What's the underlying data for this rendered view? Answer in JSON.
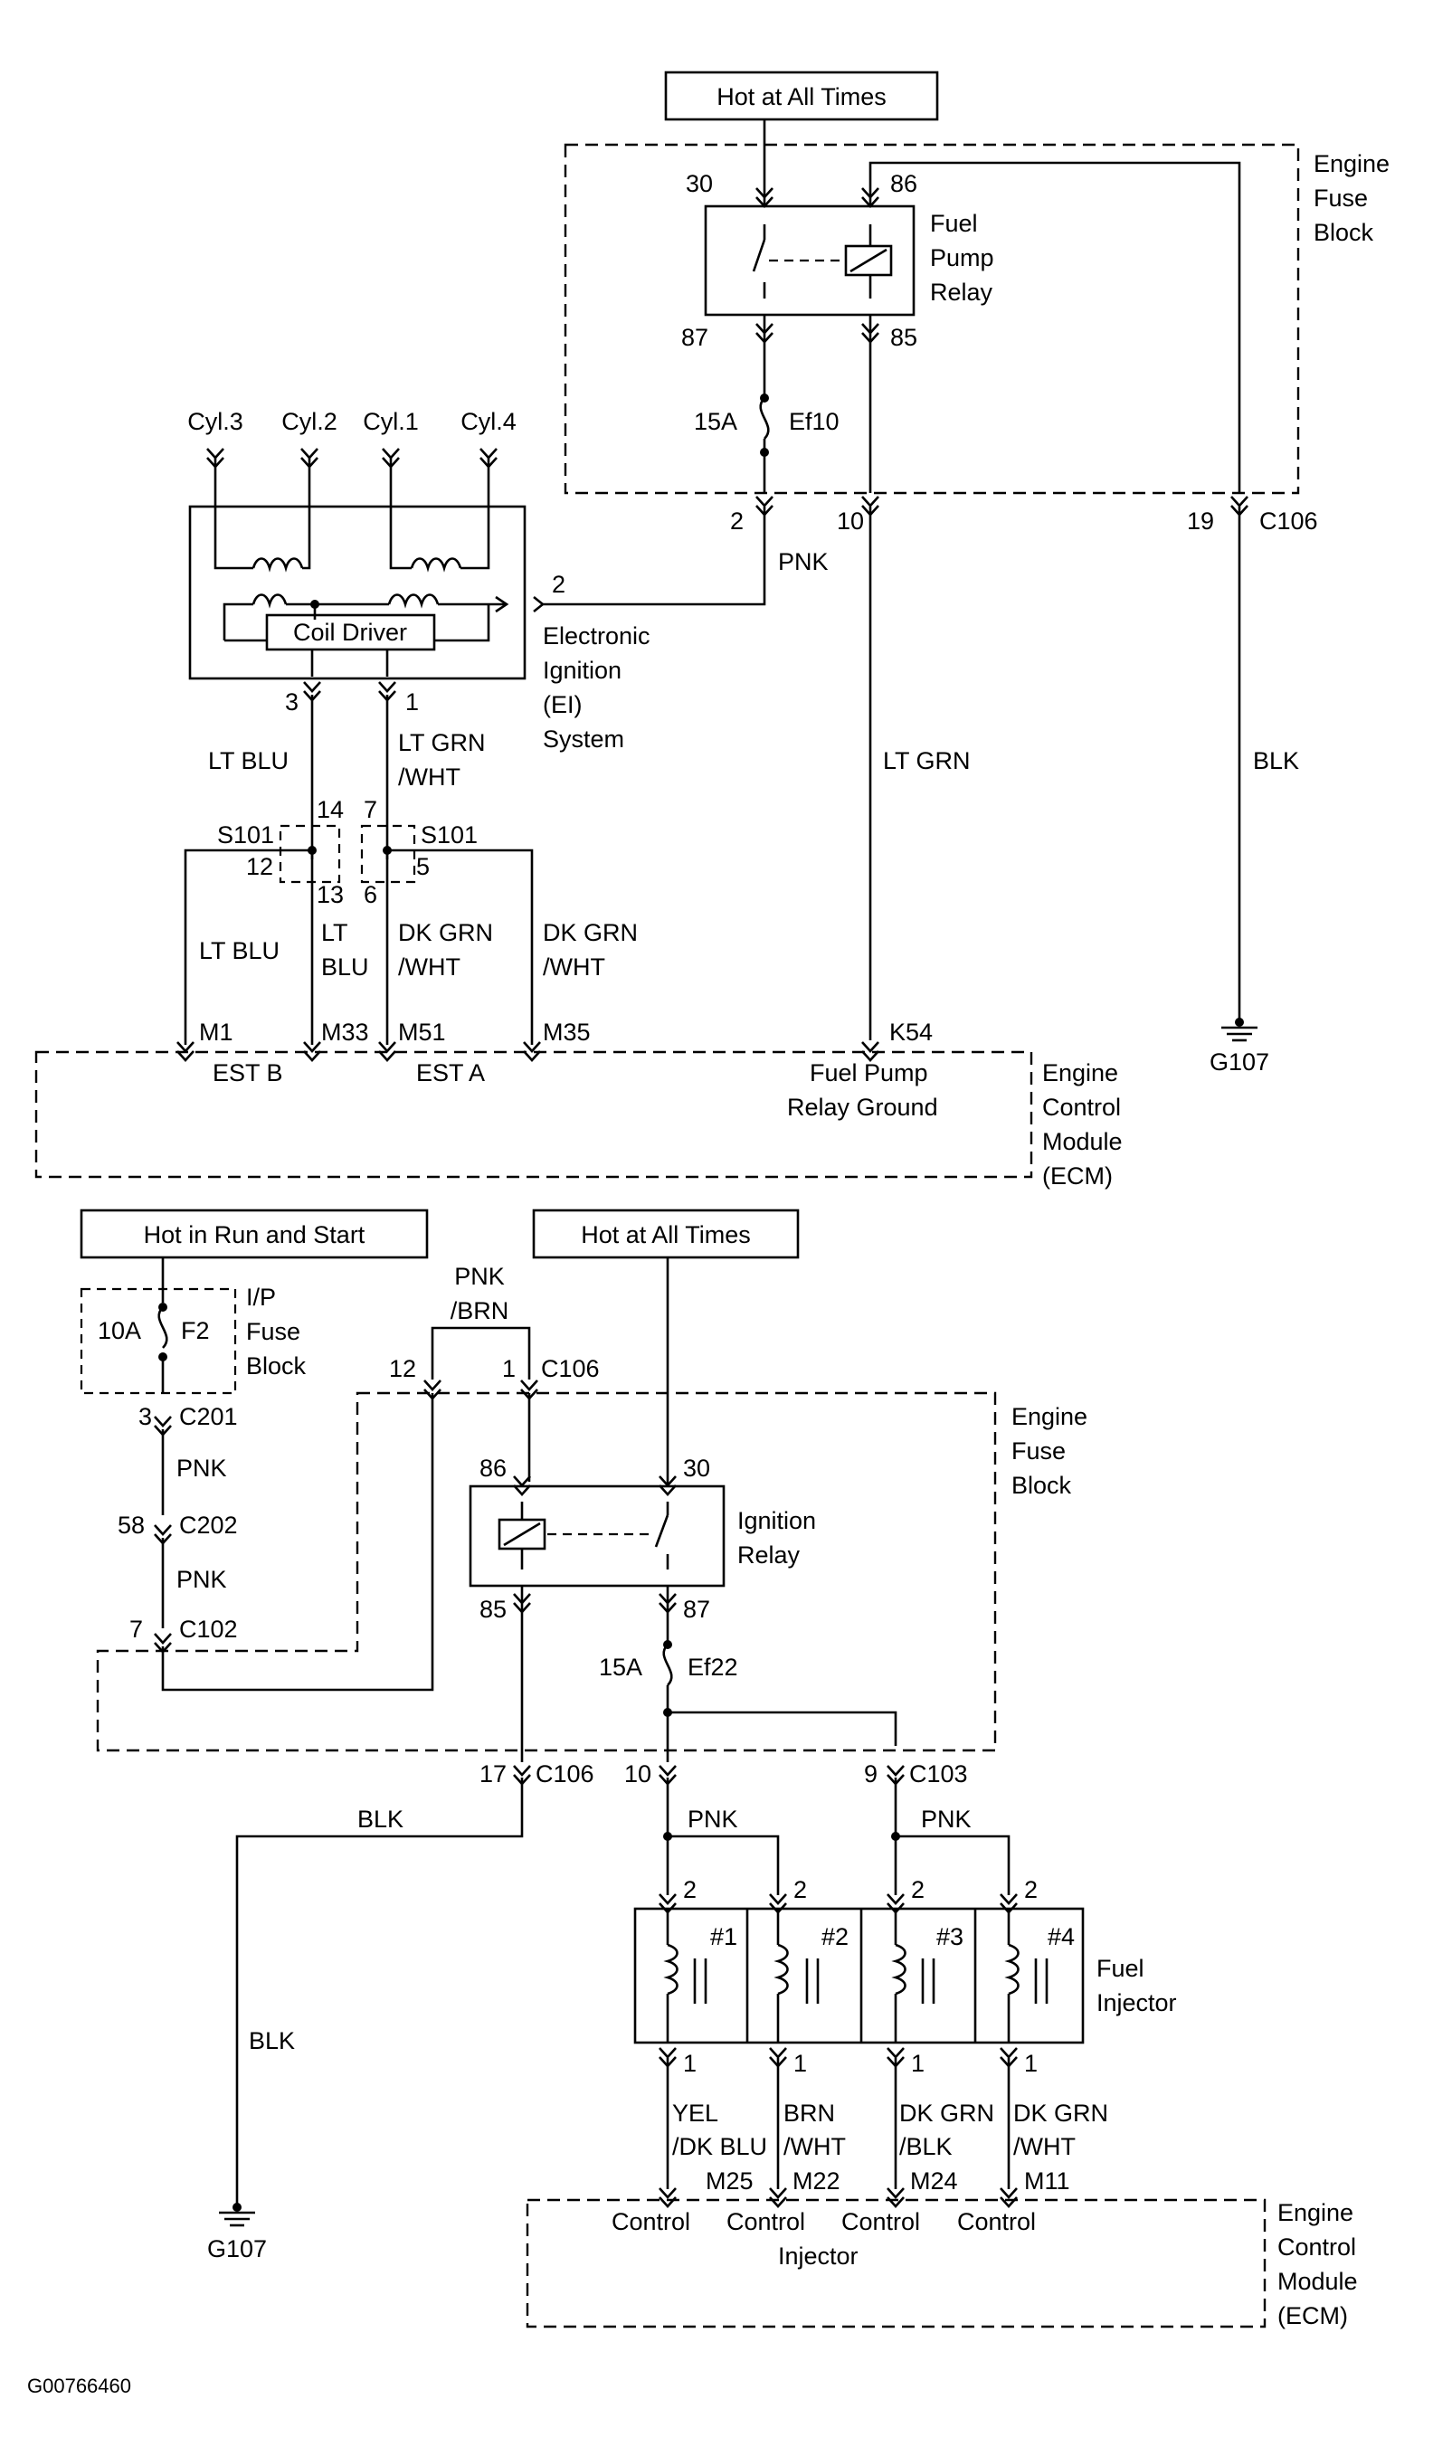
{
  "upper": {
    "power_source": "Hot at All Times",
    "engine_fuse_block": [
      "Engine",
      "Fuse",
      "Block"
    ],
    "fuel_pump_relay": {
      "label": [
        "Fuel",
        "Pump",
        "Relay"
      ],
      "pins": {
        "p30": "30",
        "p86": "86",
        "p87": "87",
        "p85": "85"
      }
    },
    "fuse_ef10": {
      "rating": "15A",
      "name": "Ef10"
    },
    "c106": {
      "pin2": "2",
      "pin10": "10",
      "pin19": "19",
      "name": "C106"
    },
    "wire_pnk": "PNK",
    "wire_lt_grn": "LT GRN",
    "wire_blk": "BLK",
    "ground_g107": "G107",
    "ignition_system": {
      "cylinders": [
        "Cyl.3",
        "Cyl.2",
        "Cyl.1",
        "Cyl.4"
      ],
      "coil_driver": "Coil Driver",
      "label": [
        "Electronic",
        "Ignition",
        "(EI)",
        "System"
      ],
      "pin_input": "2",
      "pin_3": "3",
      "pin_1": "1"
    },
    "wire_lt_blu": "LT BLU",
    "wire_lt_grn_wht": [
      "LT GRN",
      "/WHT"
    ],
    "splice_s101_left": {
      "name": "S101",
      "pin14": "14",
      "pin12": "12",
      "pin13": "13"
    },
    "splice_s101_right": {
      "name": "S101",
      "pin7": "7",
      "pin5": "5",
      "pin6": "6"
    },
    "branch_wires": {
      "m1": "LT BLU",
      "m33": [
        "LT",
        "BLU"
      ],
      "m51": [
        "DK GRN",
        "/WHT"
      ],
      "m35": [
        "DK GRN",
        "/WHT"
      ]
    },
    "ecm": {
      "pins": {
        "m1": "M1",
        "m33": "M33",
        "m51": "M51",
        "m35": "M35",
        "k54": "K54"
      },
      "est_b": "EST B",
      "est_a": "EST A",
      "fuel_pump_relay_ground": [
        "Fuel Pump",
        "Relay Ground"
      ],
      "label": [
        "Engine",
        "Control",
        "Module",
        "(ECM)"
      ]
    }
  },
  "lower": {
    "power_run_start": "Hot in Run and Start",
    "power_always": "Hot at All Times",
    "ip_fuse_block": {
      "label": [
        "I/P",
        "Fuse",
        "Block"
      ],
      "rating": "10A",
      "name": "F2"
    },
    "c201": {
      "pin": "3",
      "name": "C201"
    },
    "c202": {
      "pin": "58",
      "name": "C202"
    },
    "c102": {
      "pin": "7",
      "name": "C102"
    },
    "wire_pnk": "PNK",
    "wire_pnk_brn": [
      "PNK",
      "/BRN"
    ],
    "c106_top": {
      "pin12": "12",
      "pin1": "1",
      "name": "C106"
    },
    "engine_fuse_block": [
      "Engine",
      "Fuse",
      "Block"
    ],
    "ignition_relay": {
      "label": [
        "Ignition",
        "Relay"
      ],
      "pins": {
        "p86": "86",
        "p30": "30",
        "p85": "85",
        "p87": "87"
      }
    },
    "fuse_ef22": {
      "rating": "15A",
      "name": "Ef22"
    },
    "c106_bottom": {
      "pin17": "17",
      "pin10": "10",
      "name": "C106"
    },
    "c103": {
      "pin": "9",
      "name": "C103"
    },
    "wire_blk": "BLK",
    "ground_g107": "G107",
    "injectors": {
      "label": [
        "Fuel",
        "Injector"
      ],
      "numbers": [
        "#1",
        "#2",
        "#3",
        "#4"
      ],
      "pin_top": "2",
      "pin_bottom": "1"
    },
    "injector_wires": [
      [
        "YEL",
        "/DK BLU"
      ],
      [
        "BRN",
        "/WHT"
      ],
      [
        "DK GRN",
        "/BLK"
      ],
      [
        "DK GRN",
        "/WHT"
      ]
    ],
    "ecm": {
      "pins": [
        "M25",
        "M22",
        "M24",
        "M11"
      ],
      "control": "Control",
      "injector": "Injector",
      "label": [
        "Engine",
        "Control",
        "Module",
        "(ECM)"
      ]
    }
  },
  "figure_id": "G00766460"
}
